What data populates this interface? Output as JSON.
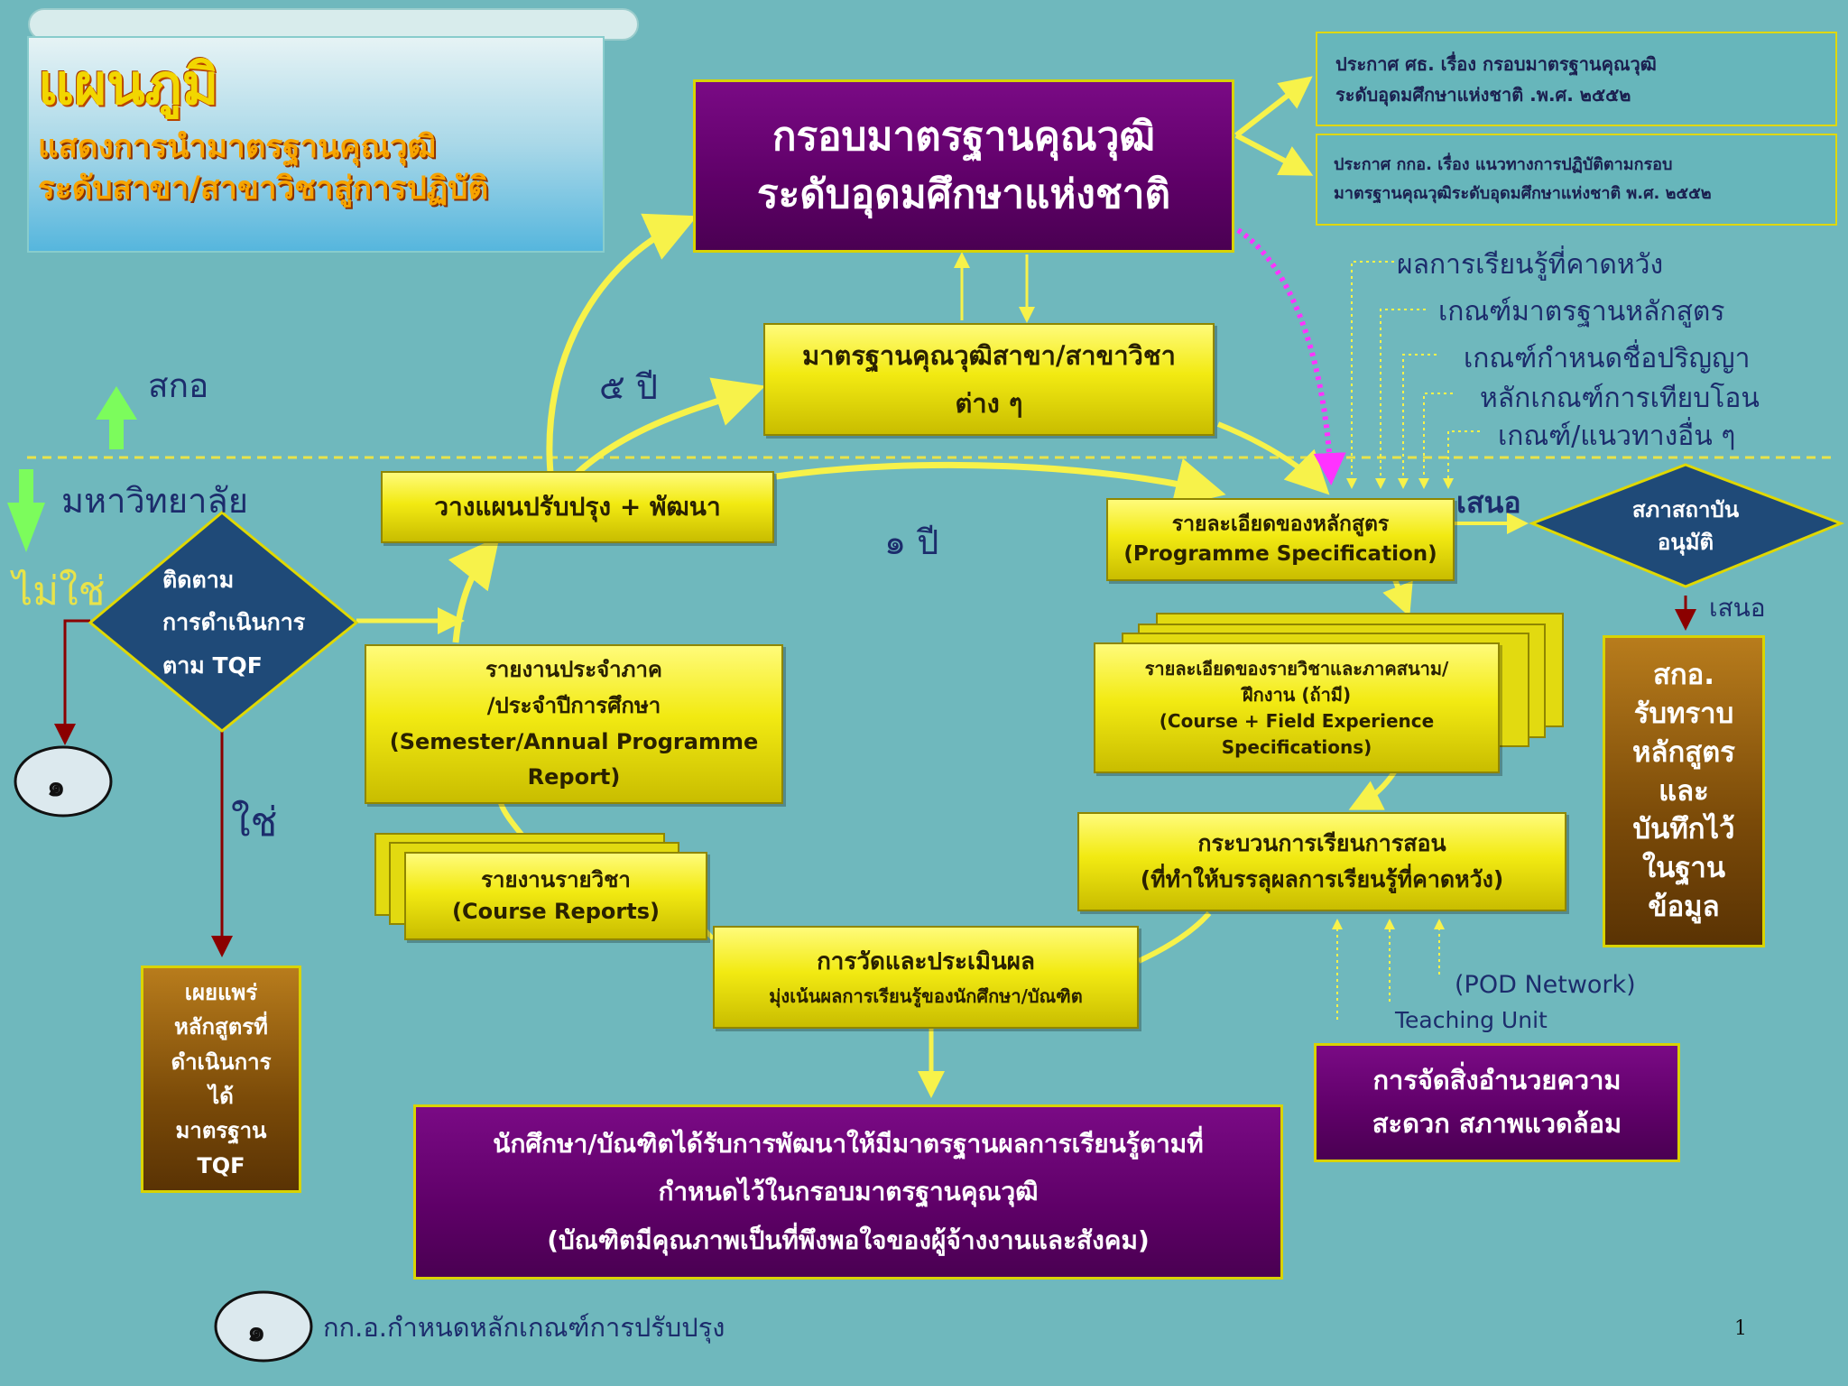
{
  "title": {
    "main": "แผนภูมิ",
    "sub_line1": "แสดงการนำมาตรฐานคุณวุฒิ",
    "sub_line2": "ระดับสาขา/สาขาวิชาสู่การปฏิบัติ"
  },
  "tqf_box": {
    "line1": "กรอบมาตรฐานคุณวุฒิ",
    "line2": "ระดับอุดมศึกษาแห่งชาติ"
  },
  "announcements": [
    {
      "line1": "ประกาศ ศธ. เรื่อง กรอบมาตรฐานคุณวุฒิ",
      "line2": "ระดับอุดมศึกษาแห่งชาติ .พ.ศ. ๒๕๕๒"
    },
    {
      "line1": "ประกาศ กกอ. เรื่อง แนวทางการปฏิบัติตามกรอบ",
      "line2": "มาตรฐานคุณวุฒิระดับอุดมศึกษาแห่งชาติ พ.ศ. ๒๕๕๒"
    }
  ],
  "criteria": [
    "ผลการเรียนรู้ที่คาดหวัง",
    "เกณฑ์มาตรฐานหลักสูตร",
    "เกณฑ์กำหนดชื่อปริญญา",
    "หลักเกณฑ์การเทียบโอน",
    "เกณฑ์/แนวทางอื่น ๆ"
  ],
  "field_standard": {
    "line1": "มาตรฐานคุณวุฒิสาขา/สาขาวิชา",
    "line2": "ต่าง ๆ"
  },
  "levels": {
    "upper": "สกอ",
    "lower": "มหาวิทยาลัย"
  },
  "cycle": {
    "five_year": "๕ ปี",
    "one_year": "๑ ปี"
  },
  "plan_box": "วางแผนปรับปรุง + พัฒนา",
  "programme_spec": {
    "line1": "รายละเอียดของหลักสูตร",
    "line2": "(Programme Specification)"
  },
  "propose_label": "เสนอ",
  "council": {
    "line1": "สภาสถาบัน",
    "line2": "อนุมัติ"
  },
  "propose_label2": "เสนอ",
  "ohec_box": [
    "สกอ.",
    "รับทราบ",
    "หลักสูตร",
    "และ",
    "บันทึกไว้",
    "ในฐาน",
    "ข้อมูล"
  ],
  "monitor": {
    "line1": "ติดตาม",
    "line2": "การดำเนินการ",
    "line3": "ตาม TQF"
  },
  "no_label": "ไม่ใช่",
  "yes_label": "ใช่",
  "circle_one": "๑",
  "course_spec": {
    "line1": "รายละเอียดของรายวิชาและภาคสนาม/",
    "line2": "ฝึกงาน (ถ้ามี)",
    "line3": "(Course + Field Experience",
    "line4": "Specifications)"
  },
  "semester_report": {
    "line1": "รายงานประจำภาค",
    "line2": "/ประจำปีการศึกษา",
    "line3": "(Semester/Annual Programme",
    "line4": "Report)"
  },
  "teaching_process": {
    "line1": "กระบวนการเรียนการสอน",
    "line2": "(ที่ทำให้บรรลุผลการเรียนรู้ที่คาดหวัง)"
  },
  "course_reports": {
    "line1": "รายงานรายวิชา",
    "line2": "(Course Reports)"
  },
  "assessment": {
    "line1": "การวัดและประเมินผล",
    "line2": "มุ่งเน้นผลการเรียนรู้ของนักศึกษา/บัณฑิต"
  },
  "support": {
    "pod": "(POD Network)",
    "teaching": "Teaching Unit"
  },
  "facilities": {
    "line1": "การจัดสิ่งอำนวยความ",
    "line2": "สะดวก สภาพแวดล้อม"
  },
  "publish_box": [
    "เผยแพร่",
    "หลักสูตรที่",
    "ดำเนินการ",
    "ได้",
    "มาตรฐาน",
    "TQF"
  ],
  "graduate_outcome": {
    "line1": "นักศึกษา/บัณฑิตได้รับการพัฒนาให้มีมาตรฐานผลการเรียนรู้ตามที่",
    "line2": "กำหนดไว้ในกรอบมาตรฐานคุณวุฒิ",
    "line3": "(บัณฑิตมีคุณภาพเป็นที่พึงพอใจของผู้จ้างงานและสังคม)"
  },
  "footnote": {
    "number": "๑",
    "text": "กก.อ.กำหนดหลักเกณฑ์การปรับปรุง"
  },
  "page_number": "1",
  "colors": {
    "background": "#6fb8bd",
    "yellow_box": "#f2ea12",
    "purple_box": "#5e0067",
    "brown_box": "#7a4a08",
    "diamond": "#1f4a78",
    "arrow_yellow": "#f7f24a",
    "arrow_red": "#8b0000",
    "arrow_magenta": "#ff33ff",
    "arrow_green": "#7cfc5c"
  }
}
